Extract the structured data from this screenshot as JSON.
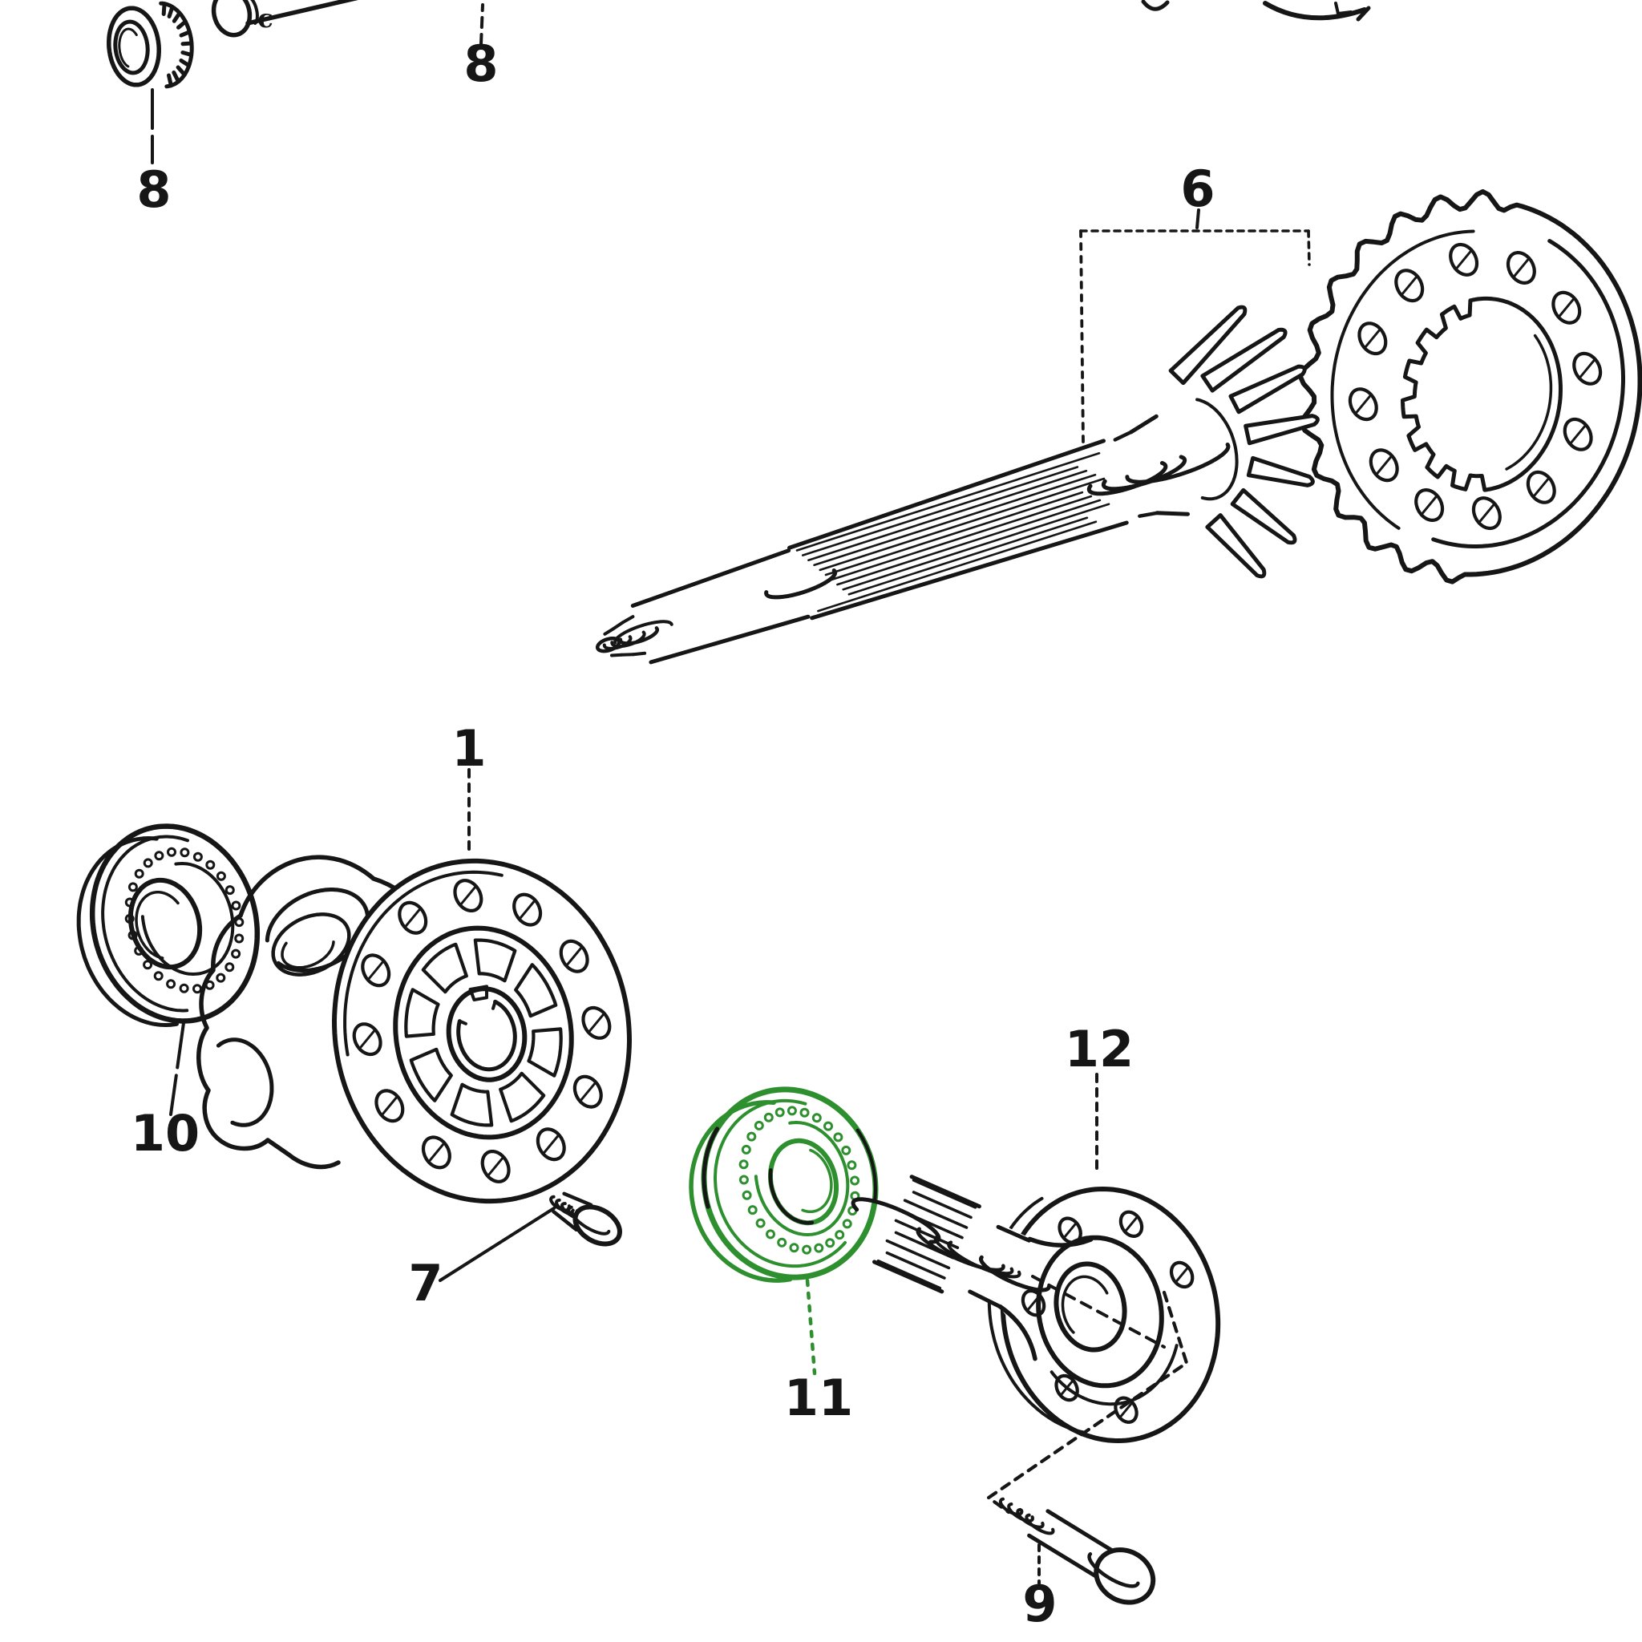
{
  "page": {
    "background": "#ffffff",
    "ink": "#161616",
    "highlight": "#2e8f2e"
  },
  "diagram": {
    "type": "exploded-parts-diagram",
    "subject": "differential and final drive gear set",
    "highlighted_part_label": "11",
    "callouts": [
      {
        "id": "pinion-bearing-top-left",
        "label": "8"
      },
      {
        "id": "spacer-sleeve-top",
        "label": "8"
      },
      {
        "id": "pinion-and-ring-gear-set",
        "label": "6"
      },
      {
        "id": "differential-housing",
        "label": "1"
      },
      {
        "id": "side-bearing-left",
        "label": "10"
      },
      {
        "id": "ring-gear-bolt",
        "label": "7"
      },
      {
        "id": "side-bearing-highlighted",
        "label": "11"
      },
      {
        "id": "output-flange-shaft",
        "label": "12"
      },
      {
        "id": "flange-bolt",
        "label": "9"
      }
    ],
    "marks": {
      "sleeve_mark": "c"
    }
  }
}
